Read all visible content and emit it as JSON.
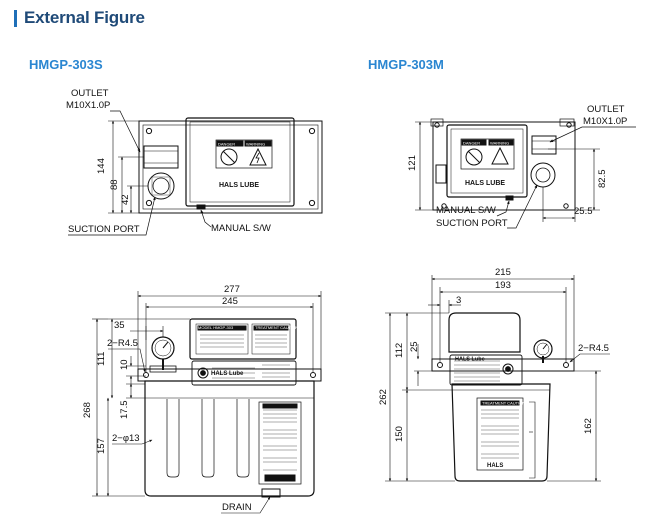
{
  "header": {
    "title": "External Figure"
  },
  "models": {
    "left": "HMGP-303S",
    "right": "HMGP-303M"
  },
  "callouts": {
    "outlet_l1": "OUTLET",
    "outlet_l2": "M10X1.0P",
    "suction_port": "SUCTION PORT",
    "manual_sw": "MANUAL S/W",
    "drain": "DRAIN"
  },
  "dims_left_top": {
    "d144": "144",
    "d88": "88",
    "d42": "42"
  },
  "dims_right_top": {
    "d121": "121",
    "d82_5": "82.5",
    "d25_5": "25.5"
  },
  "dims_left_front": {
    "d277": "277",
    "d245": "245",
    "d35": "35",
    "r45": "2−R4.5",
    "d111": "111",
    "d10": "10",
    "d268": "268",
    "d17_5": "17.5",
    "phi13": "2−φ13",
    "d157": "157"
  },
  "dims_right_front": {
    "d215": "215",
    "d193": "193",
    "d3": "3",
    "d25": "25",
    "d112": "112",
    "r45": "2−R4.5",
    "d262": "262",
    "d150": "150",
    "d162": "162"
  },
  "unit": {
    "brand": "HALS LUBE",
    "brand_front": "HALS Lube",
    "brand_bottom": "HALS",
    "danger": "DANGER",
    "warning": "WARNING",
    "model_tag": "MODEL HMGP-303",
    "caution": "TREATMENT CAUTION"
  }
}
